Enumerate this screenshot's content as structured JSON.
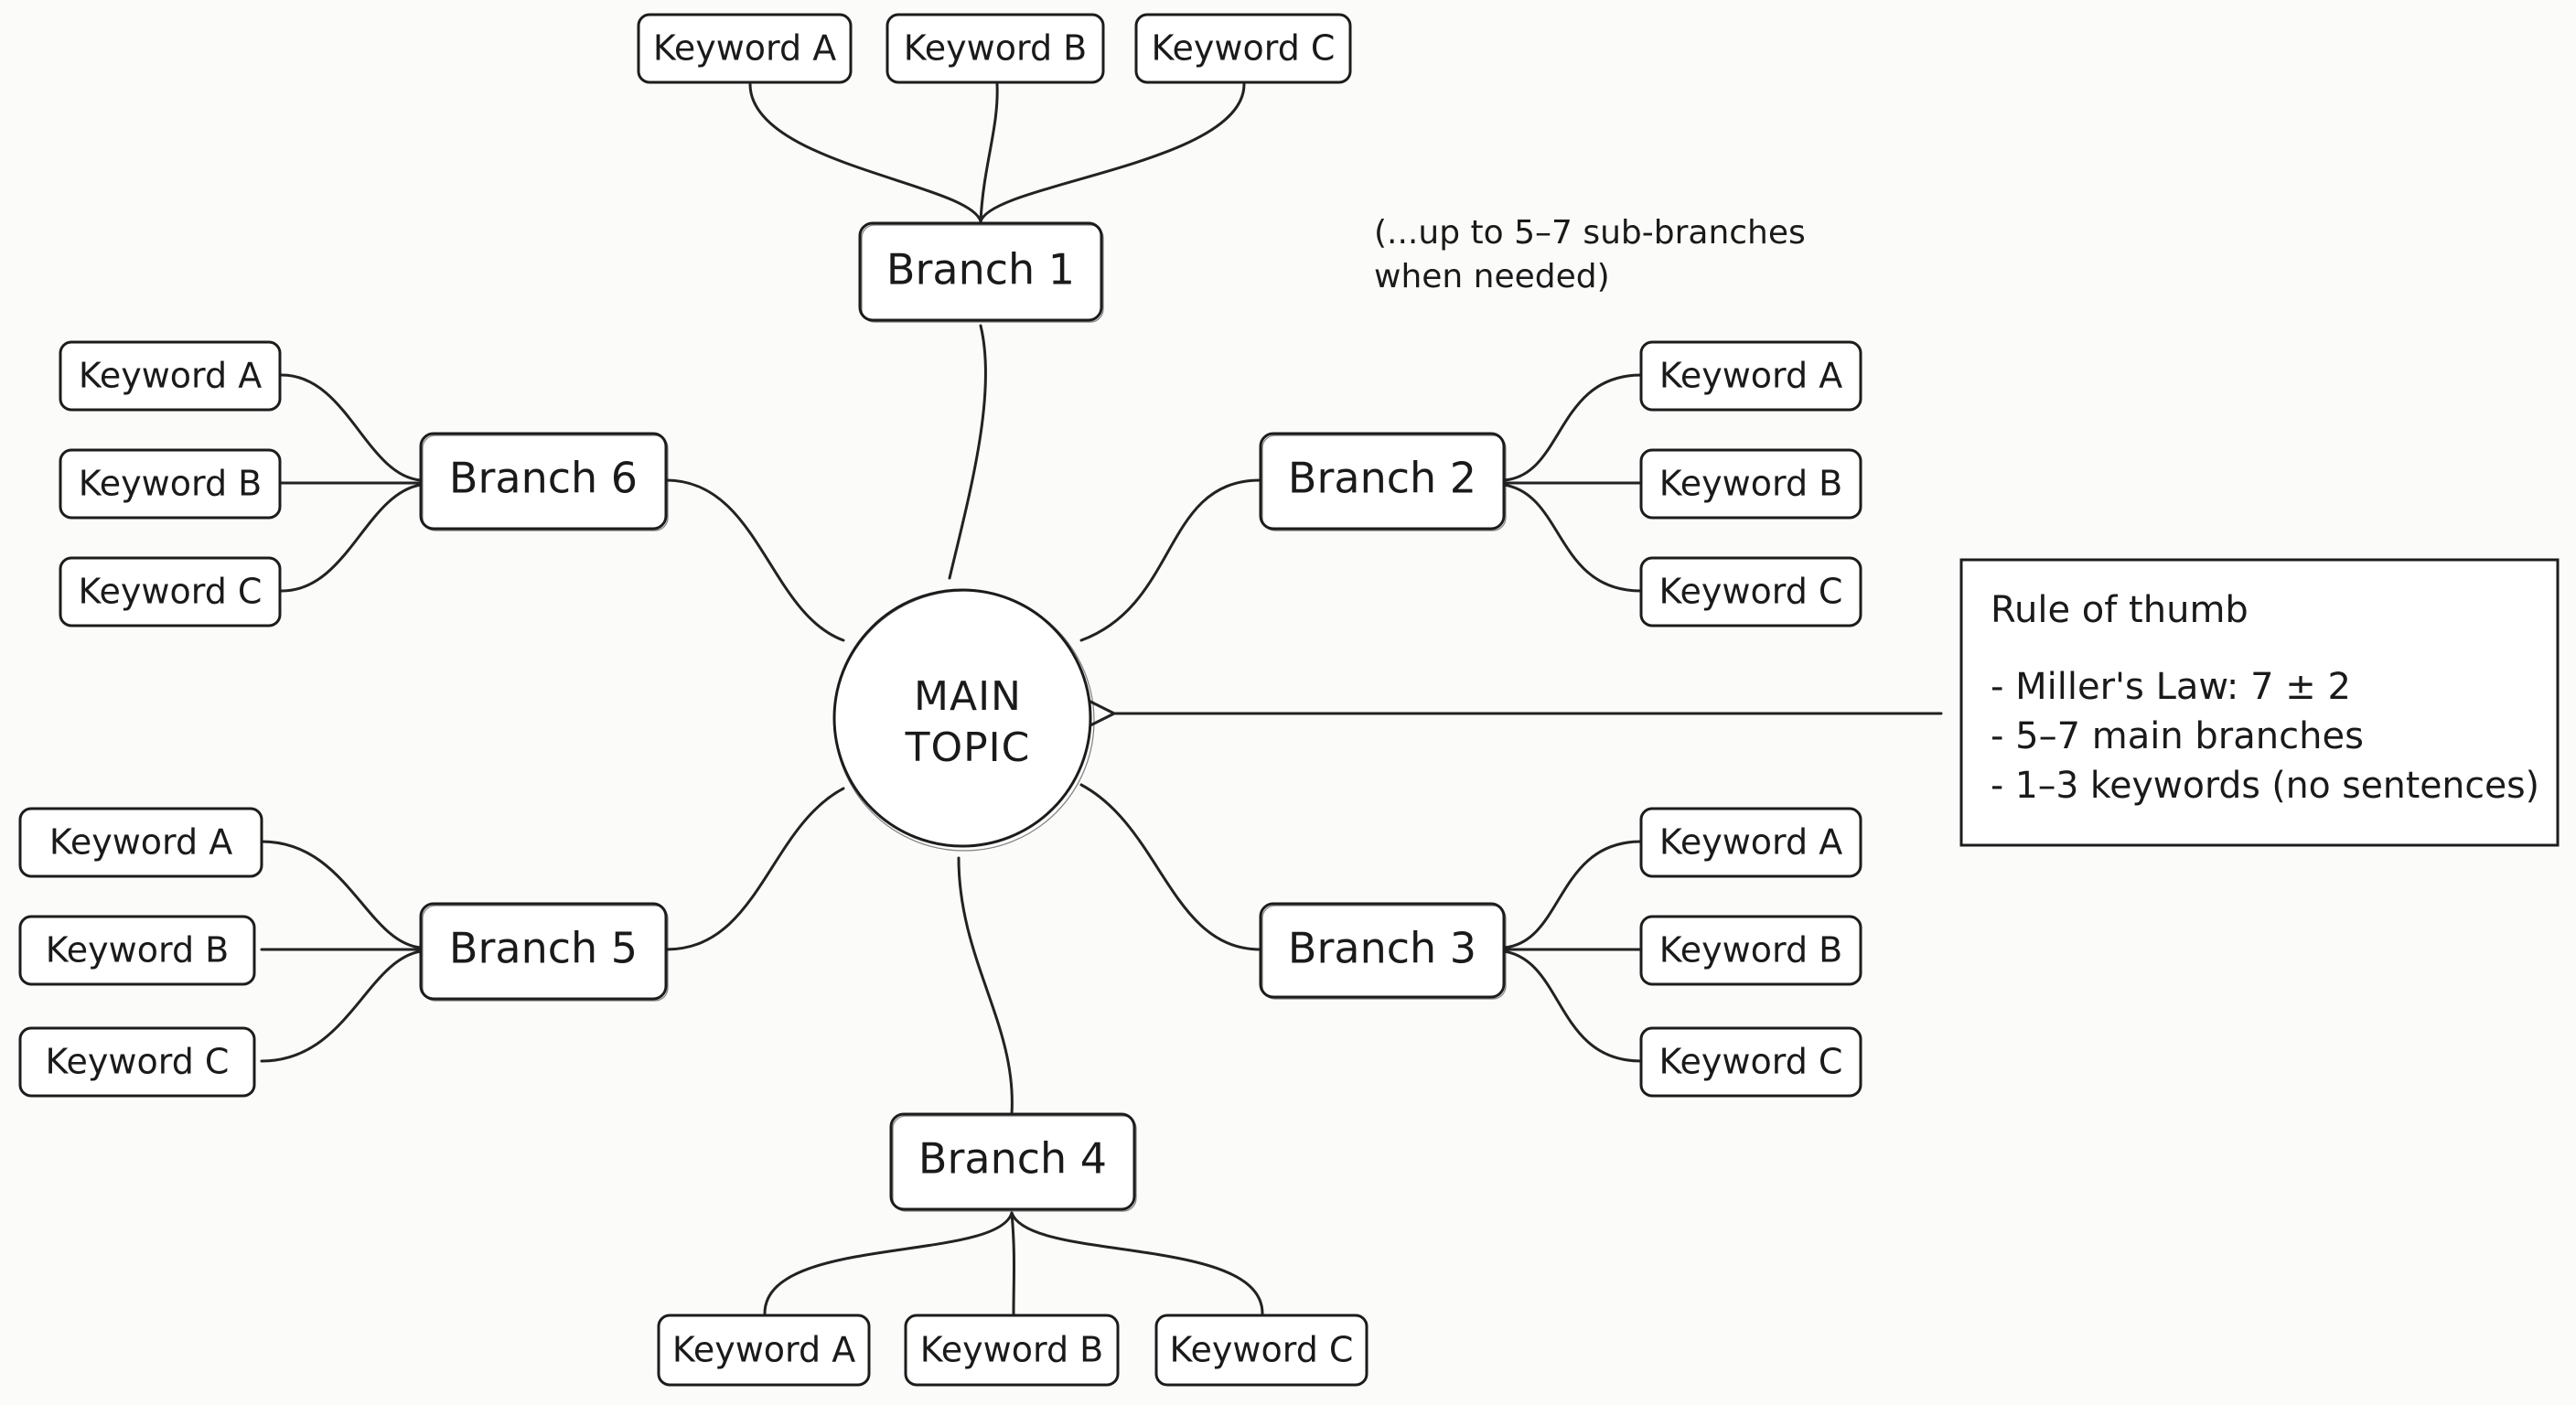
{
  "main_topic": {
    "line1": "MAIN",
    "line2": "TOPIC"
  },
  "branches": [
    {
      "label": "Branch 1",
      "keywords": [
        "Keyword A",
        "Keyword B",
        "Keyword C"
      ]
    },
    {
      "label": "Branch 2",
      "keywords": [
        "Keyword A",
        "Keyword B",
        "Keyword C"
      ]
    },
    {
      "label": "Branch 3",
      "keywords": [
        "Keyword A",
        "Keyword B",
        "Keyword C"
      ]
    },
    {
      "label": "Branch 4",
      "keywords": [
        "Keyword A",
        "Keyword B",
        "Keyword C"
      ]
    },
    {
      "label": "Branch 5",
      "keywords": [
        "Keyword A",
        "Keyword B",
        "Keyword C"
      ]
    },
    {
      "label": "Branch 6",
      "keywords": [
        "Keyword A",
        "Keyword B",
        "Keyword C"
      ]
    }
  ],
  "note": {
    "line1": "(...up to 5–7 sub-branches",
    "line2": "when needed)"
  },
  "rule_of_thumb": {
    "title": "Rule of thumb",
    "items": [
      "- Miller's Law: 7 ± 2",
      "- 5–7 main branches",
      "- 1–3 keywords (no sentences)"
    ]
  }
}
